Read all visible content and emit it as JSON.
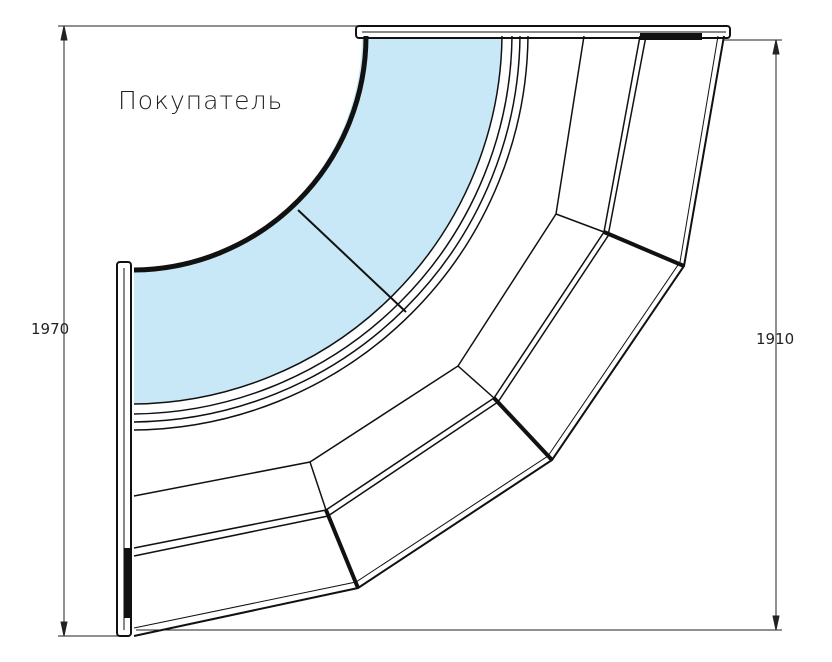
{
  "labels": {
    "buyer": "Покупатель"
  },
  "dimensions": {
    "left_height": "1970",
    "right_height": "1910"
  },
  "colors": {
    "glass": "#c9e8f7",
    "line": "#111111"
  }
}
